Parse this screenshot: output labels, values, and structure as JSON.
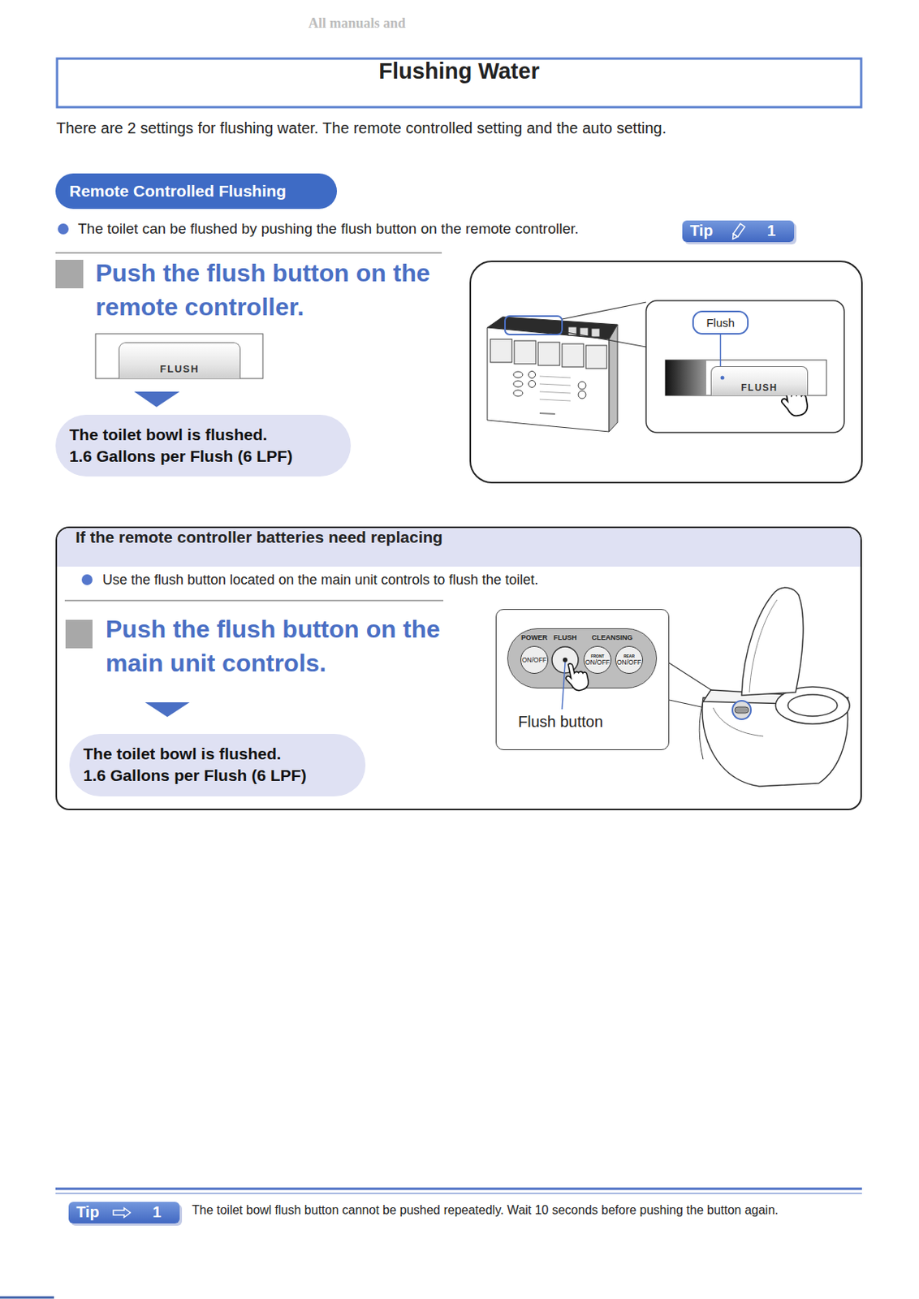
{
  "diagram": {
    "title": "Flushing Water",
    "nodes": [
      {
        "text": [
          "Remote Controlled Flushing"
        ]
      },
      {
        "text": [
          "Tip",
          "1"
        ]
      },
      {
        "text": [
          "FLUSH"
        ]
      },
      {
        "text": [
          "The toilet bowl is flushed.",
          "1.6 Gallons per Flush (6 LPF)"
        ]
      },
      {
        "text": [
          "Flush"
        ]
      },
      {
        "text": [
          "FLUSH"
        ]
      },
      {
        "text": [
          "If the remote controller batteries need replacing",
          "Use the flush button located on the main unit controls to flush the toilet.",
          "Push the flush button on the main unit controls."
        ]
      },
      {
        "text": [
          "The toilet bowl is flushed.",
          "1.6 Gallons per Flush (6 LPF)"
        ],
        "in": 6
      },
      {
        "text": [
          "Flush button"
        ],
        "in": 6
      },
      {
        "text": [
          "POWER",
          "FLUSH",
          "CLEANSING"
        ],
        "in": 8
      },
      {
        "text": [
          "ON/OFF"
        ],
        "in": 9
      },
      {
        "text": [
          "FRONT",
          "ON/OFF"
        ],
        "in": 9
      },
      {
        "text": [
          "REAR",
          "ON/OFF"
        ],
        "in": 9
      },
      {
        "text": [
          "Tip",
          "1"
        ]
      }
    ],
    "edges": [
      {
        "from": 4,
        "to": 5,
        "arrow": "none"
      }
    ],
    "labels": [
      "All manuals and",
      "There are 2 settings for flushing water. The remote controlled setting and the auto setting.",
      "The toilet can be flushed by pushing the flush button on the remote controller.",
      "Push the flush button on the remote controller.",
      "The toilet bowl flush button cannot be pushed repeatedly. Wait 10 seconds before pushing the button again."
    ]
  }
}
